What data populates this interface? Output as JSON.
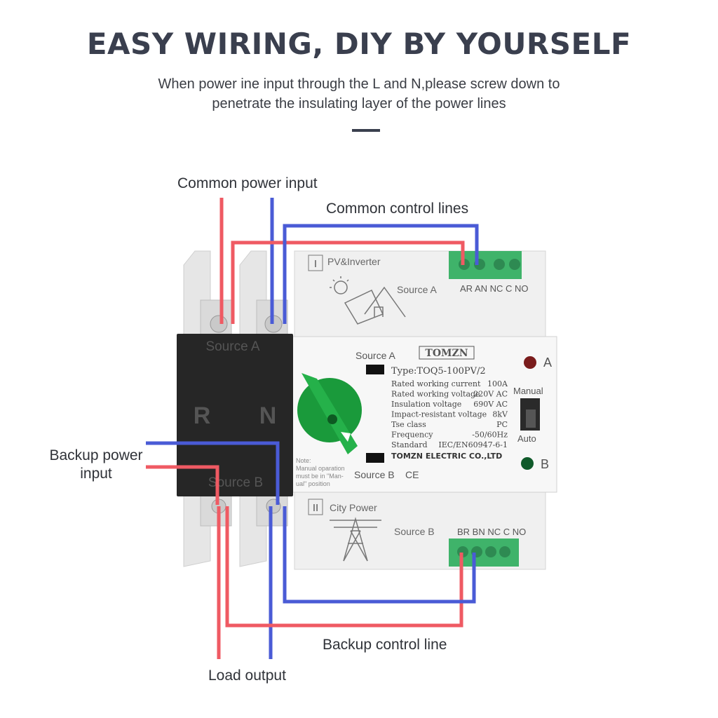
{
  "header": {
    "title": "EASY WIRING, DIY BY YOURSELF",
    "subtitle_line1": "When power ine input through the L and N,please screw down to",
    "subtitle_line2": "penetrate the insulating layer of the power lines"
  },
  "callouts": {
    "common_power_input": "Common power input",
    "common_control_lines": "Common control lines",
    "backup_power_input_line1": "Backup power",
    "backup_power_input_line2": "input",
    "backup_control_line": "Backup control line",
    "load_output": "Load output"
  },
  "device": {
    "top_module": {
      "number": "I",
      "label": "PV&Inverter",
      "source": "Source A",
      "terminals": "AR AN NC C NO"
    },
    "bottom_module": {
      "number": "II",
      "label": "City Power",
      "source": "Source B",
      "terminals": "BR BN NC C NO"
    },
    "black_block": {
      "top_label": "Source A",
      "left_letter": "R",
      "right_letter": "N",
      "bottom_label": "Source B"
    },
    "front": {
      "source_a": "Source A",
      "source_b": "Source B",
      "brand": "TOMZN",
      "type": "Type:TOQ5-100PV/2",
      "specs": [
        {
          "name": "Rated working current",
          "value": "100A"
        },
        {
          "name": "Rated working voltage",
          "value": "220V AC"
        },
        {
          "name": "Insulation voltage",
          "value": "690V AC"
        },
        {
          "name": "Impact-resistant voltage",
          "value": "8kV"
        },
        {
          "name": "Tse class",
          "value": "PC"
        },
        {
          "name": "Frequency",
          "value": "-50/60Hz"
        },
        {
          "name": "Standard",
          "value": "IEC/EN60947-6-1"
        }
      ],
      "company": "TOMZN ELECTRIC CO.,LTD",
      "note_line1": "Note:",
      "note_line2": "Manual oparation",
      "note_line3": "must be in \"Man-",
      "note_line4": "ual\" position",
      "ce": "CE",
      "indicator_a": "A",
      "indicator_b": "B",
      "manual": "Manual",
      "auto": "Auto"
    }
  },
  "colors": {
    "red_wire": "#ef5a63",
    "blue_wire": "#4a5bd6",
    "terminal_green": "#3fb36a",
    "knob_green": "#1a9a3b",
    "black_block": "#262626"
  }
}
